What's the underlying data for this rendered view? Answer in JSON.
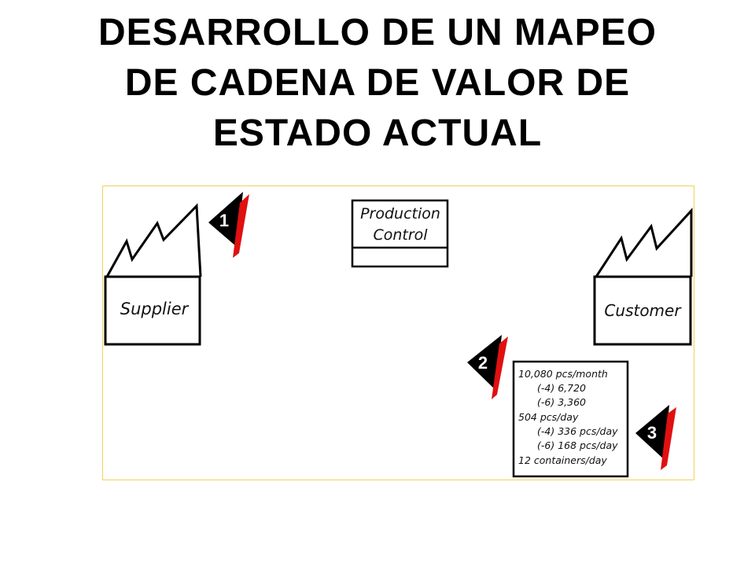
{
  "title": {
    "line1": "DESARROLLO DE UN MAPEO",
    "line2": "DE CADENA DE VALOR DE",
    "line3": "ESTADO ACTUAL"
  },
  "diagram": {
    "supplier_label": "Supplier",
    "customer_label": "Customer",
    "production_control_line1": "Production",
    "production_control_line2": "Control",
    "step_markers": [
      "1",
      "2",
      "3"
    ],
    "demand_data_lines": [
      "10,080 pcs/month",
      "(-4) 6,720",
      "(-6) 3,360",
      "504 pcs/day",
      "(-4) 336 pcs/day",
      "(-6) 168 pcs/day",
      "12 containers/day"
    ],
    "colors": {
      "frame": "#f2d15c",
      "marker_red": "#e01010",
      "ink": "#000000"
    }
  }
}
